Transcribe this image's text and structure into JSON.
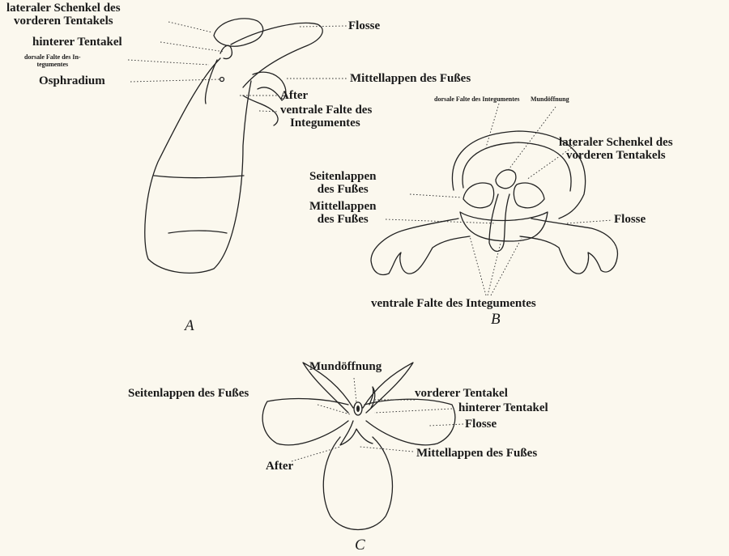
{
  "figure_a": {
    "letter": "A",
    "labels": {
      "lateral_tentacle": "lateraler Schenkel des\nvorderen Tentakels",
      "fin": "Flosse",
      "posterior_tentacle": "hinterer Tentakel",
      "dorsal_fold": "dorsale Falte des In-\ntegumentes",
      "osphradium": "Osphradium",
      "middle_lobe": "Mittellappen des Fußes",
      "anus": "After",
      "ventral_fold": "ventrale Falte des\nIntegumentes"
    }
  },
  "figure_b": {
    "letter": "B",
    "labels": {
      "dorsal_fold": "dorsale Falte des Integumentes",
      "mouth": "Mundöffnung",
      "lateral_tentacle": "lateraler Schenkel des\nvorderen Tentakels",
      "side_lobes": "Seitenlappen\ndes Fußes",
      "middle_lobe": "Mittellappen\ndes Fußes",
      "fin": "Flosse",
      "ventral_fold": "ventrale Falte des Integumentes"
    }
  },
  "figure_c": {
    "letter": "C",
    "labels": {
      "mouth": "Mundöffnung",
      "side_lobes": "Seitenlappen des Fußes",
      "anterior_tentacle": "vorderer Tentakel",
      "posterior_tentacle": "hinterer Tentakel",
      "fin": "Flosse",
      "middle_lobe": "Mittellappen des Fußes",
      "anus": "After"
    }
  }
}
